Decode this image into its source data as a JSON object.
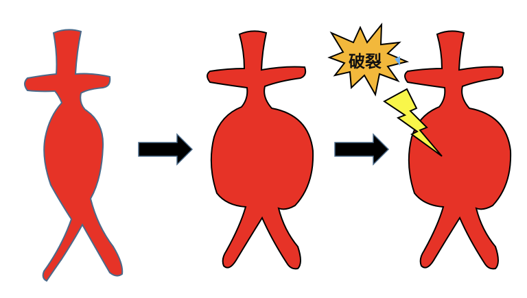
{
  "diagram": {
    "stages": [
      "normal-aorta",
      "aortic-aneurysm",
      "ruptured-aneurysm"
    ],
    "rupture_label": "破裂",
    "colors": {
      "vessel": "#e63327",
      "burst": "#f2b83c",
      "lightning": "#f9f64a",
      "arrow": "#000000",
      "normal_outline": "#4a6a8a"
    }
  }
}
